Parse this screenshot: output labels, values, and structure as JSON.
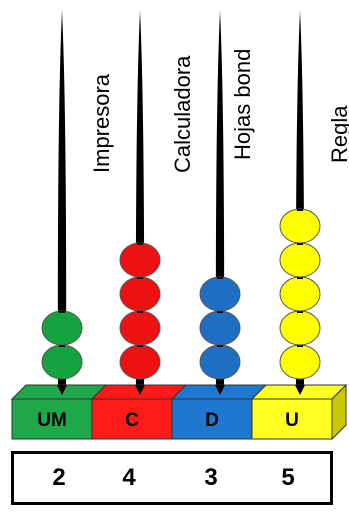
{
  "rods": [
    {
      "place": "UM",
      "item": "Impresora",
      "count": 2,
      "color": "#15a340",
      "box_color": "#1ea84a",
      "box_side": "#0f7a32"
    },
    {
      "place": "C",
      "item": "",
      "count": 4,
      "color": "#ee1111",
      "box_color": "#ff1a1a",
      "box_side": "#b80000"
    },
    {
      "place": "D",
      "item": "Hojas bond",
      "count": 3,
      "color": "#1e6fc4",
      "box_color": "#1e78d0",
      "box_side": "#12508f"
    },
    {
      "place": "U",
      "item": "Regla",
      "count": 5,
      "color": "#ffff00",
      "box_color": "#ffff22",
      "box_side": "#c9c900"
    }
  ],
  "extra_labels": [
    "Calculadora"
  ],
  "digits": [
    "2",
    "4",
    "3",
    "5"
  ]
}
